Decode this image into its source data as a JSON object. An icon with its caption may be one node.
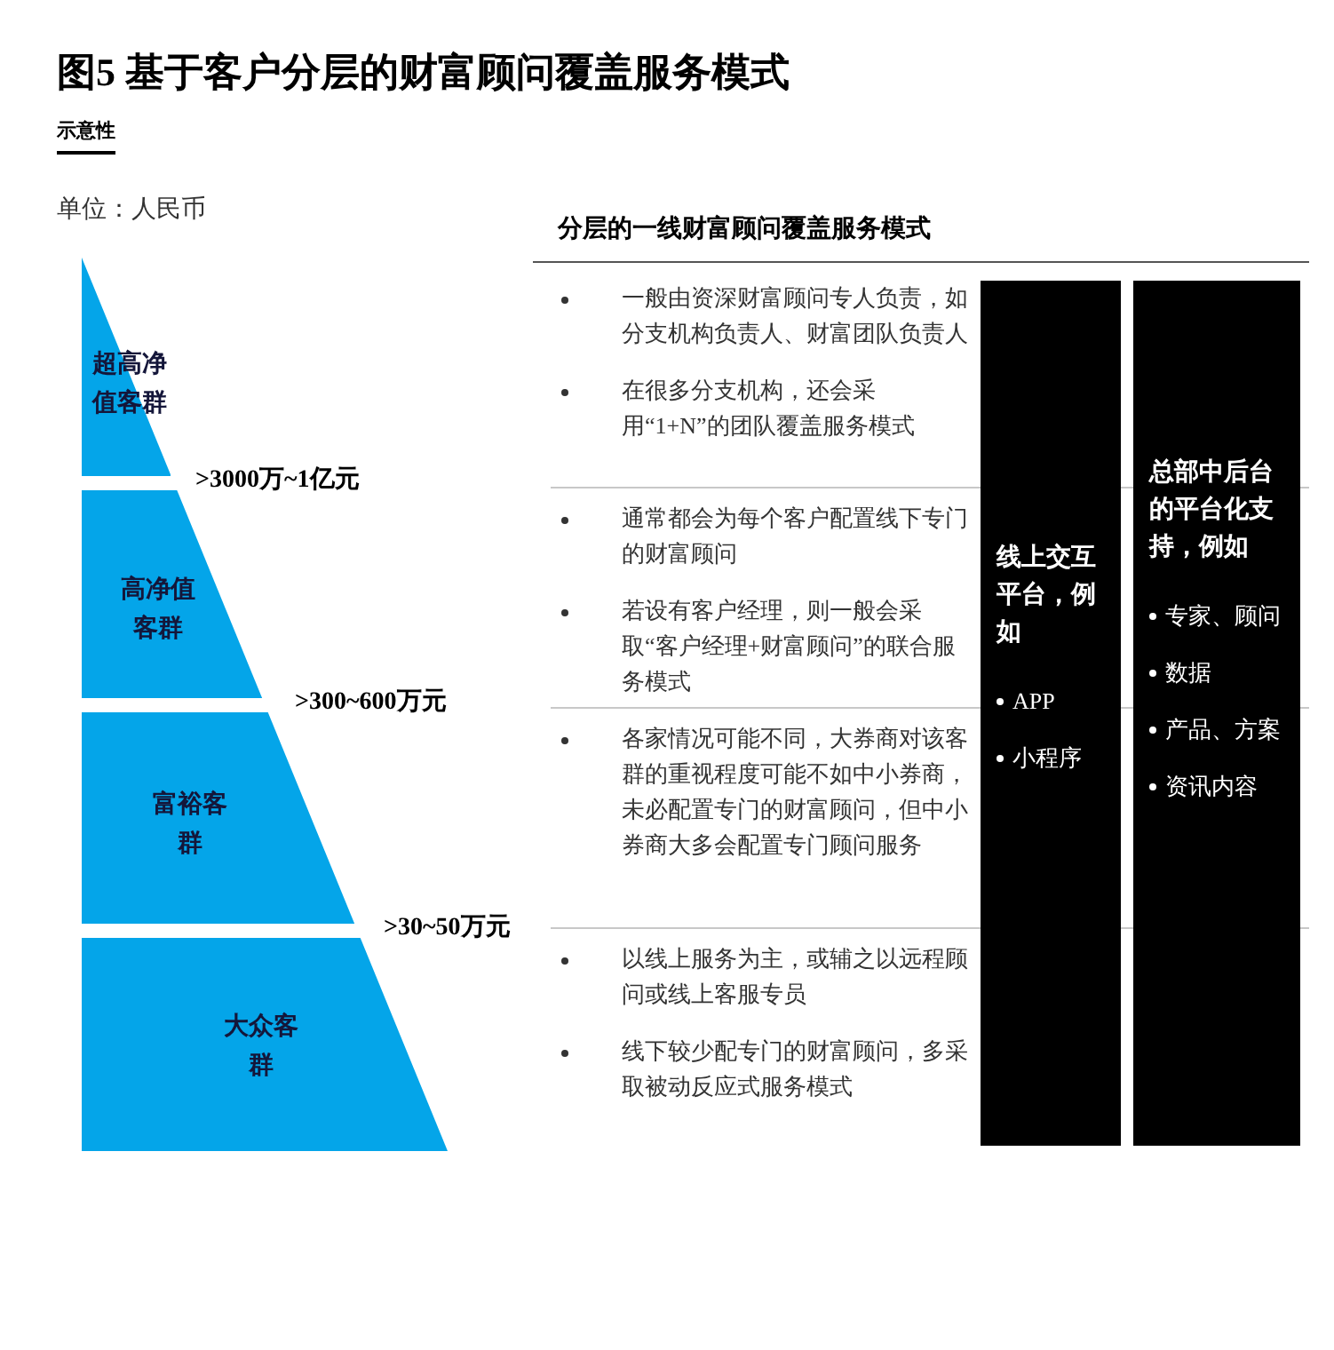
{
  "diagram": {
    "title": "图5 基于客户分层的财富顾问覆盖服务模式",
    "nodes": [
      {
        "text": [
          "超高净值客群"
        ]
      },
      {
        "text": [
          "高净值客群"
        ]
      },
      {
        "text": [
          "富裕客群"
        ]
      },
      {
        "text": [
          "大众客群"
        ]
      },
      {
        "text": [
          "一般由资深财富顾问专人负责，如分支机构负责人、财富团队负责人",
          "在很多分支机构，还会采用“1+N”的团队覆盖服务模式"
        ]
      },
      {
        "text": [
          "通常都会为每个客户配置线下专门的财富顾问",
          "若设有客户经理，则一般会采取“客户经理+财富顾问”的联合服务模式"
        ]
      },
      {
        "text": [
          "各家情况可能不同，大券商对该客群的重视程度可能不如中小券商，未必配置专门的财富顾问，但中小券商大多会配置专门顾问服务"
        ]
      },
      {
        "text": [
          "以线上服务为主，或辅之以远程顾问或线上客服专员",
          "线下较少配专门的财富顾问，多采取被动反应式服务模式"
        ]
      },
      {
        "text": [
          "线上交互平台，例如",
          "APP",
          "小程序"
        ]
      },
      {
        "text": [
          "总部中后台的平台化支持，例如",
          "专家、顾问",
          "数据",
          "产品、方案",
          "资讯内容"
        ]
      }
    ],
    "labels": [
      "示意性",
      "单位：人民币",
      "分层的一线财富顾问覆盖服务模式",
      ">3000万~1亿元",
      ">300~600万元",
      ">30~50万元"
    ]
  }
}
